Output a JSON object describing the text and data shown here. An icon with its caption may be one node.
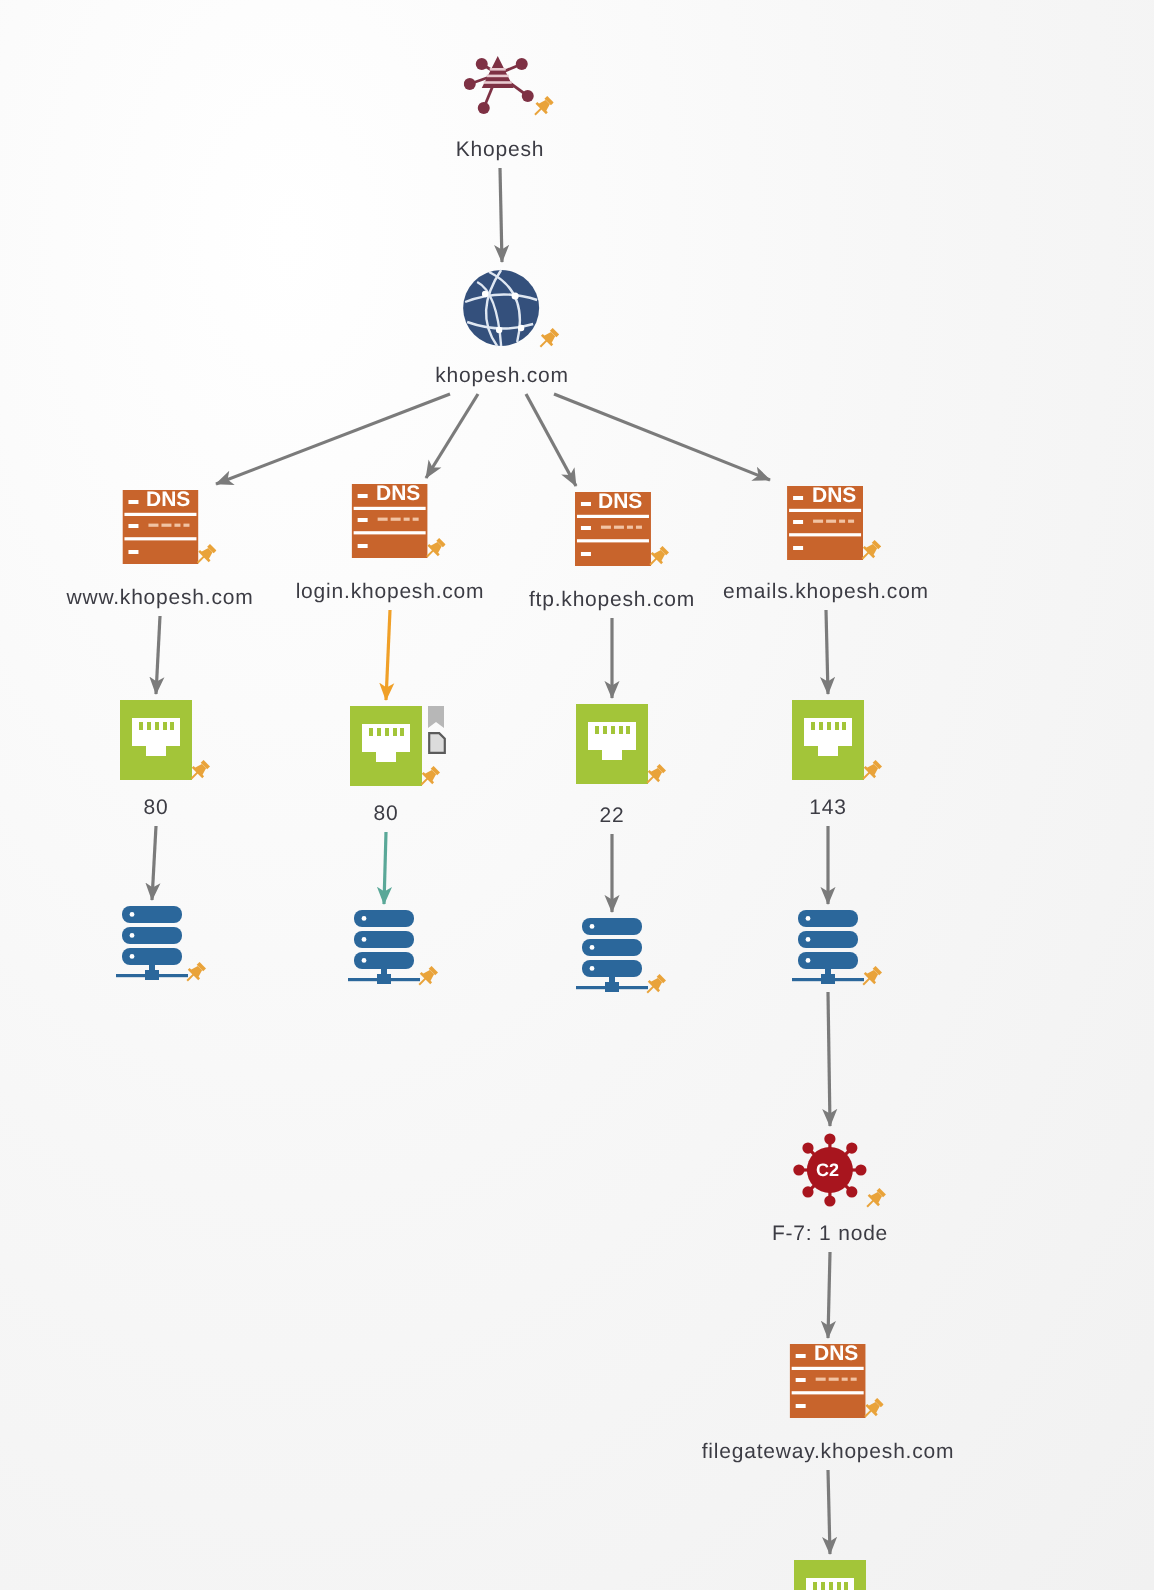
{
  "diagram": {
    "nodes": [
      {
        "text": [
          "Khopesh"
        ]
      },
      {
        "text": [
          "khopesh.com"
        ]
      },
      {
        "text": [
          "DNS",
          "www.khopesh.com"
        ]
      },
      {
        "text": [
          "DNS",
          "login.khopesh.com"
        ]
      },
      {
        "text": [
          "DNS",
          "ftp.khopesh.com"
        ]
      },
      {
        "text": [
          "DNS",
          "emails.khopesh.com"
        ]
      },
      {
        "text": [
          "80"
        ]
      },
      {
        "text": [
          "80"
        ]
      },
      {
        "text": [
          "22"
        ]
      },
      {
        "text": [
          "143"
        ]
      },
      {
        "text": [],
        "shape": "picture"
      },
      {
        "text": [],
        "shape": "picture"
      },
      {
        "text": [],
        "shape": "picture"
      },
      {
        "text": [],
        "shape": "picture"
      },
      {
        "text": [
          "C2",
          "F-7: 1 node"
        ]
      },
      {
        "text": [
          "DNS",
          "filegateway.khopesh.com"
        ]
      },
      {
        "text": [],
        "shape": "picture"
      }
    ],
    "edges": [
      {
        "from": 0,
        "to": 1,
        "arrow": "to"
      },
      {
        "from": 1,
        "to": 2,
        "arrow": "to"
      },
      {
        "from": 1,
        "to": 3,
        "arrow": "to"
      },
      {
        "from": 1,
        "to": 4,
        "arrow": "to"
      },
      {
        "from": 1,
        "to": 5,
        "arrow": "to"
      },
      {
        "from": 2,
        "to": 6,
        "arrow": "to"
      },
      {
        "from": 3,
        "to": 7,
        "arrow": "to",
        "color": "#f0a028"
      },
      {
        "from": 4,
        "to": 8,
        "arrow": "to"
      },
      {
        "from": 5,
        "to": 9,
        "arrow": "to"
      },
      {
        "from": 6,
        "to": 10,
        "arrow": "to"
      },
      {
        "from": 7,
        "to": 11,
        "arrow": "to",
        "color": "#5aa898"
      },
      {
        "from": 8,
        "to": 12,
        "arrow": "to"
      },
      {
        "from": 9,
        "to": 13,
        "arrow": "to"
      },
      {
        "from": 13,
        "to": 14,
        "arrow": "to"
      },
      {
        "from": 14,
        "to": 15,
        "arrow": "to"
      },
      {
        "from": 15,
        "to": 16,
        "arrow": "to"
      }
    ]
  }
}
